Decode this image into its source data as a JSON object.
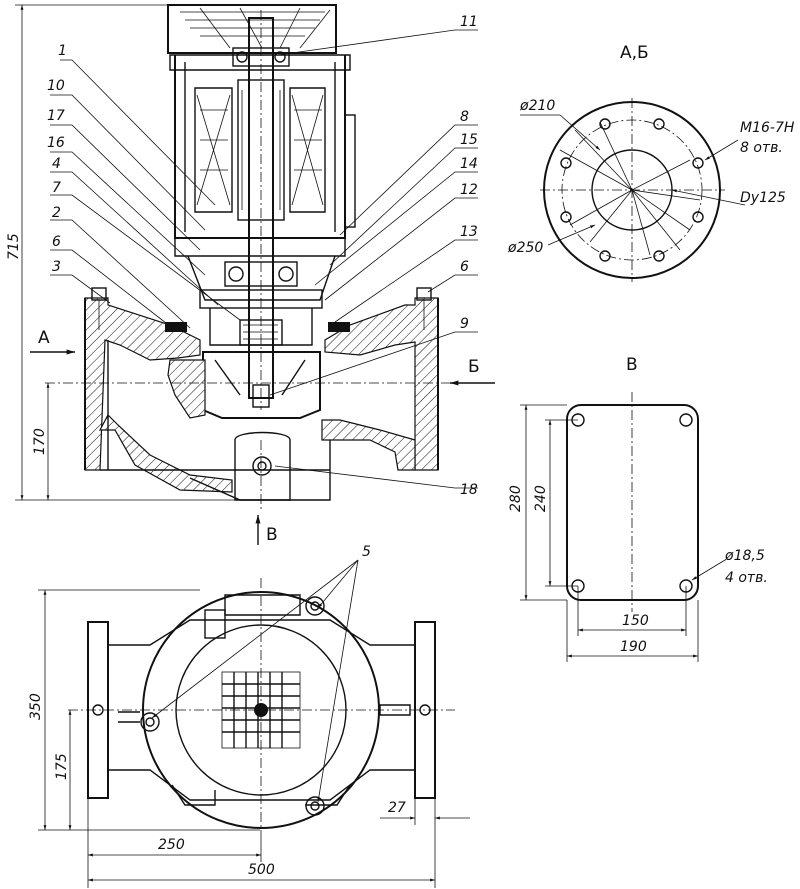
{
  "part_numbers": [
    "1",
    "10",
    "17",
    "16",
    "4",
    "7",
    "2",
    "6",
    "3",
    "11",
    "8",
    "15",
    "14",
    "12",
    "13",
    "6",
    "9",
    "18",
    "5"
  ],
  "views": {
    "flange_view_title": "А,Б",
    "base_view_title": "В",
    "section_marker_a": "А",
    "section_marker_b": "Б",
    "bottom_view_marker": "В"
  },
  "dimensions": {
    "total_height": "715",
    "axis_height": "170",
    "flange_d210": "ø210",
    "flange_d250": "ø250",
    "flange_thread": "M16-7H",
    "flange_holes": "8 отв.",
    "nominal_bore": "Dy125",
    "base_280": "280",
    "base_240": "240",
    "base_hole": "ø18,5",
    "base_holes_count": "4 отв.",
    "base_150": "150",
    "base_190": "190",
    "plan_350": "350",
    "plan_175": "175",
    "plan_27": "27",
    "plan_250": "250",
    "plan_500": "500"
  }
}
